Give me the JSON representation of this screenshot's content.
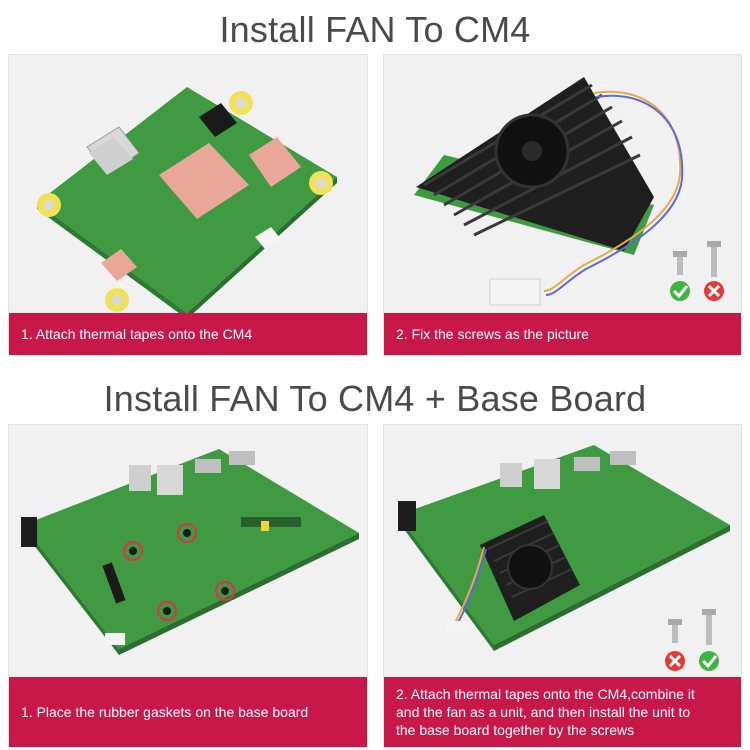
{
  "sections": [
    {
      "title": "Install FAN To CM4",
      "steps": [
        {
          "caption": "1. Attach thermal tapes onto the CM4"
        },
        {
          "caption": "2. Fix the screws as the picture"
        }
      ]
    },
    {
      "title": "Install FAN To CM4 + Base Board",
      "steps": [
        {
          "caption": "1. Place the rubber gaskets on the base board"
        },
        {
          "caption": "2. Attach thermal tapes onto the CM4,combine it\nand the fan as a unit, and then install the unit to\nthe base board together by the screws"
        }
      ]
    }
  ],
  "colors": {
    "caption_bg": "#c8184a",
    "caption_text": "#ffffff",
    "title_text": "#4a4a4a",
    "pcb_green": "#4ea64a",
    "thermal_pad": "#e9a897",
    "heatsink": "#222222",
    "correct": "#3fb53f",
    "wrong": "#e03a3a"
  },
  "icons": {
    "correct": "check-mark-icon",
    "wrong": "cross-mark-icon"
  }
}
